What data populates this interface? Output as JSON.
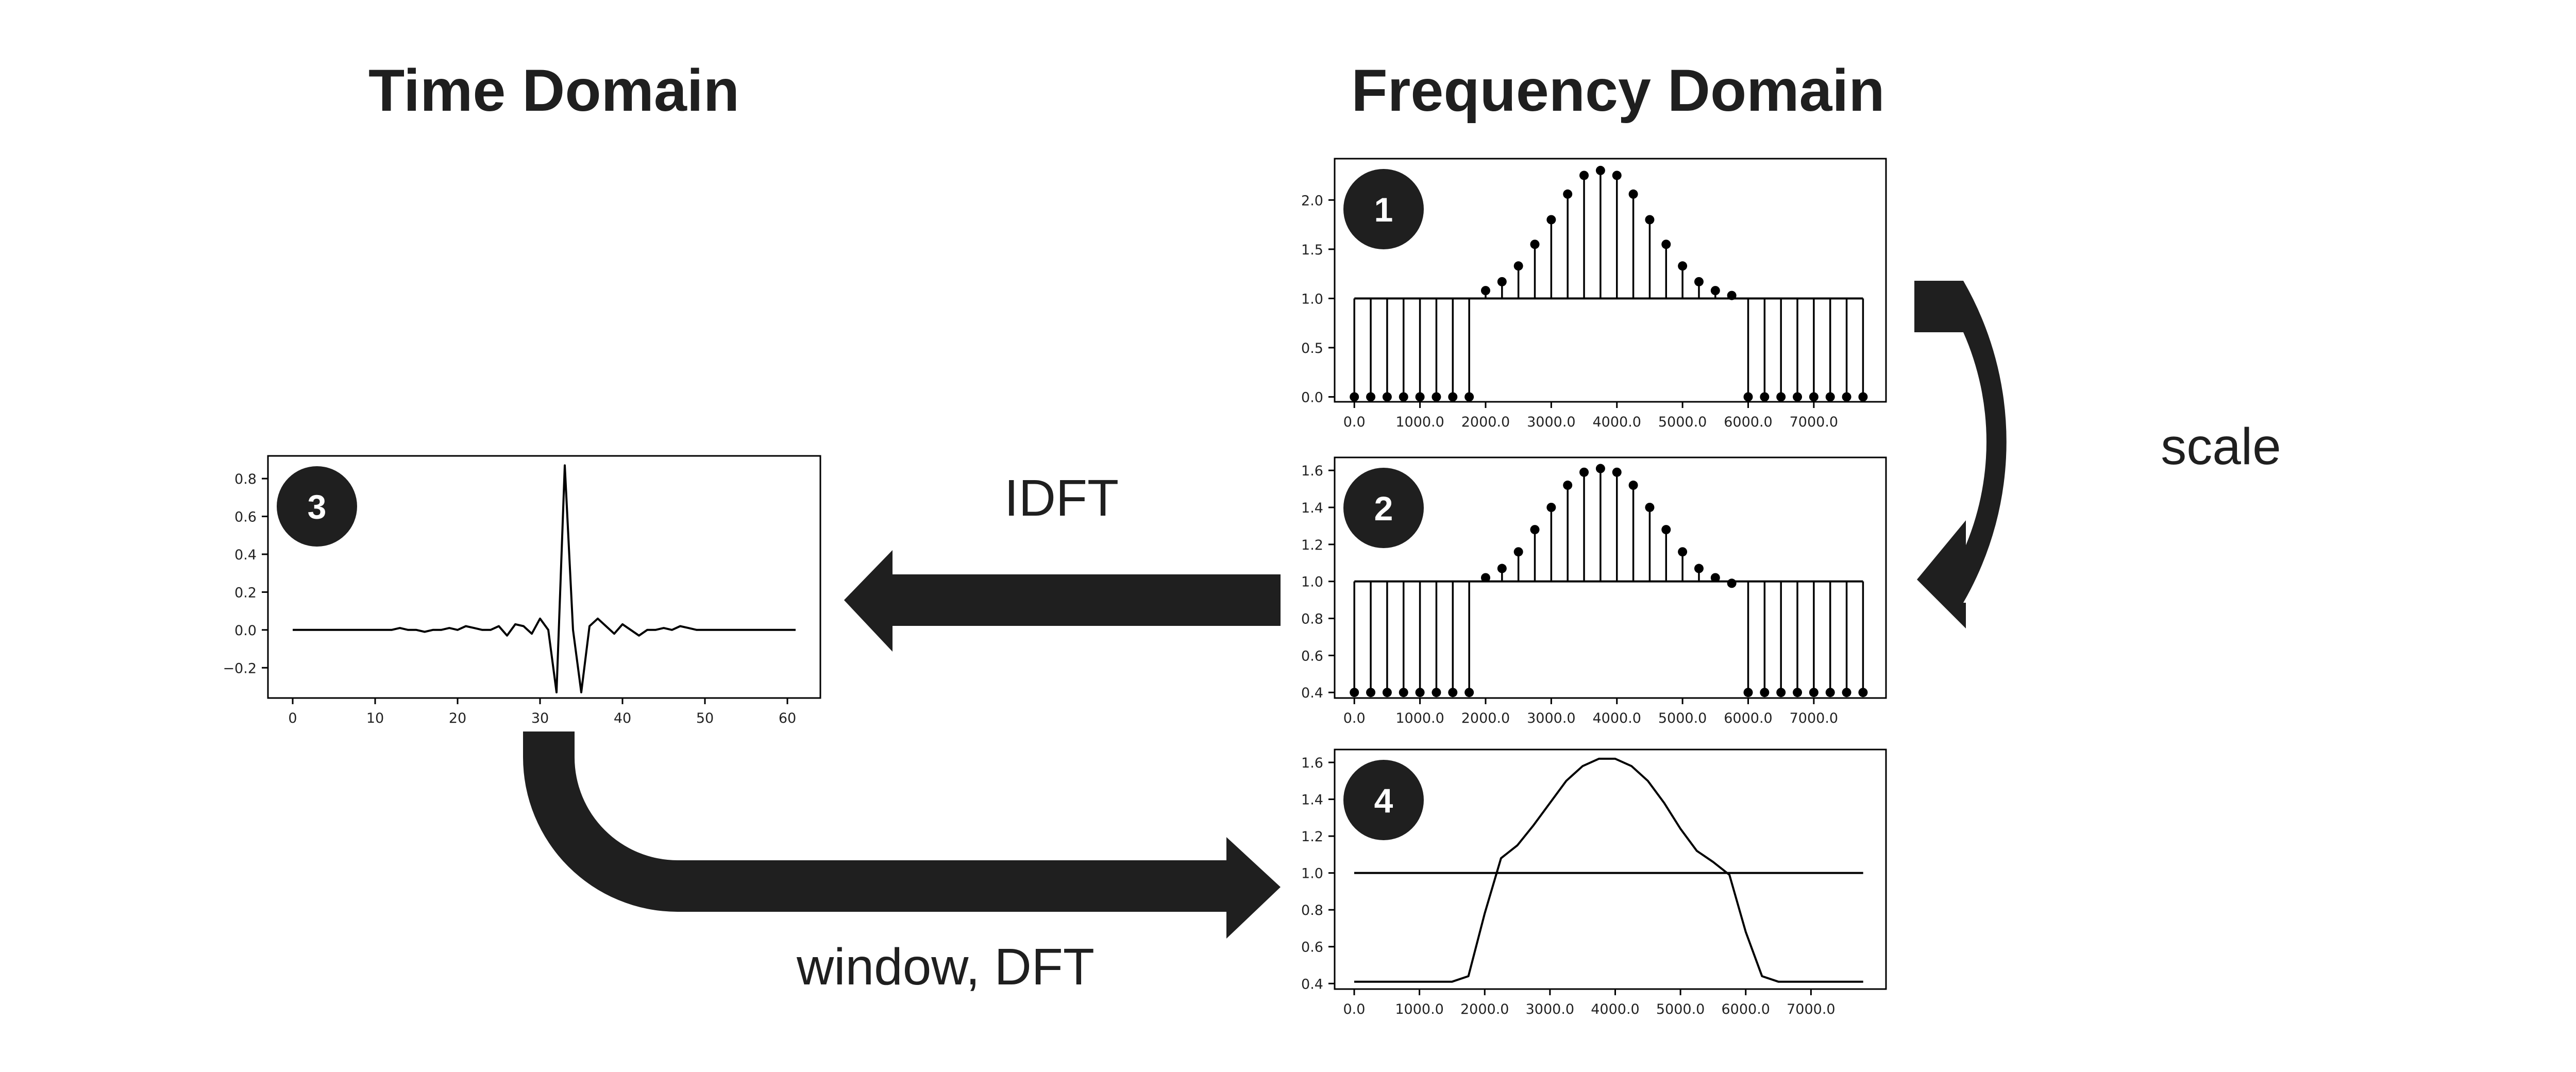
{
  "titles": {
    "time": "Time Domain",
    "freq": "Frequency Domain"
  },
  "arrows": {
    "scale": "scale",
    "idft": "IDFT",
    "window_dft": "window, DFT"
  },
  "colors": {
    "ink": "#1f1f1f",
    "frame": "#000000",
    "badge": "#1f1f1f"
  },
  "chart_data": [
    {
      "id": "plot-1",
      "badge": "1",
      "type": "stem",
      "x": [
        0,
        250,
        500,
        750,
        1000,
        1250,
        1500,
        1750,
        2000,
        2250,
        2500,
        2750,
        3000,
        3250,
        3500,
        3750,
        4000,
        4250,
        4500,
        4750,
        5000,
        5250,
        5500,
        5750,
        6000,
        6250,
        6500,
        6750,
        7000,
        7250,
        7500,
        7750
      ],
      "y": [
        0,
        0,
        0,
        0,
        0,
        0,
        0,
        0,
        1.08,
        1.17,
        1.33,
        1.55,
        1.8,
        2.06,
        2.25,
        2.3,
        2.25,
        2.06,
        1.8,
        1.55,
        1.33,
        1.17,
        1.08,
        1.03,
        0,
        0,
        0,
        0,
        0,
        0,
        0,
        0
      ],
      "baseline": 1.0,
      "xlim": [
        -300,
        8100
      ],
      "ylim": [
        -0.05,
        2.42
      ],
      "xticks": [
        0,
        1000,
        2000,
        3000,
        4000,
        5000,
        6000,
        7000
      ],
      "xticklabels": [
        "0.0",
        "1000.0",
        "2000.0",
        "3000.0",
        "4000.0",
        "5000.0",
        "6000.0",
        "7000.0"
      ],
      "yticks": [
        0,
        0.5,
        1,
        1.5,
        2
      ],
      "yticklabels": [
        "0.0",
        "0.5",
        "1.0",
        "1.5",
        "2.0"
      ]
    },
    {
      "id": "plot-2",
      "badge": "2",
      "type": "stem",
      "x": [
        0,
        250,
        500,
        750,
        1000,
        1250,
        1500,
        1750,
        2000,
        2250,
        2500,
        2750,
        3000,
        3250,
        3500,
        3750,
        4000,
        4250,
        4500,
        4750,
        5000,
        5250,
        5500,
        5750,
        6000,
        6250,
        6500,
        6750,
        7000,
        7250,
        7500,
        7750
      ],
      "y": [
        0.4,
        0.4,
        0.4,
        0.4,
        0.4,
        0.4,
        0.4,
        0.4,
        1.02,
        1.07,
        1.16,
        1.28,
        1.4,
        1.52,
        1.59,
        1.61,
        1.59,
        1.52,
        1.4,
        1.28,
        1.16,
        1.07,
        1.02,
        0.99,
        0.4,
        0.4,
        0.4,
        0.4,
        0.4,
        0.4,
        0.4,
        0.4
      ],
      "baseline": 1.0,
      "xlim": [
        -300,
        8100
      ],
      "ylim": [
        0.37,
        1.67
      ],
      "xticks": [
        0,
        1000,
        2000,
        3000,
        4000,
        5000,
        6000,
        7000
      ],
      "xticklabels": [
        "0.0",
        "1000.0",
        "2000.0",
        "3000.0",
        "4000.0",
        "5000.0",
        "6000.0",
        "7000.0"
      ],
      "yticks": [
        0.4,
        0.6,
        0.8,
        1.0,
        1.2,
        1.4,
        1.6
      ],
      "yticklabels": [
        "0.4",
        "0.6",
        "0.8",
        "1.0",
        "1.2",
        "1.4",
        "1.6"
      ]
    },
    {
      "id": "plot-3",
      "badge": "3",
      "type": "line",
      "x": [
        0,
        1,
        2,
        3,
        4,
        5,
        6,
        7,
        8,
        9,
        10,
        11,
        12,
        13,
        14,
        15,
        16,
        17,
        18,
        19,
        20,
        21,
        22,
        23,
        24,
        25,
        26,
        27,
        28,
        29,
        30,
        31,
        32,
        33,
        34,
        35,
        36,
        37,
        38,
        39,
        40,
        41,
        42,
        43,
        44,
        45,
        46,
        47,
        48,
        49,
        50,
        51,
        52,
        53,
        54,
        55,
        56,
        57,
        58,
        59,
        60,
        61
      ],
      "y": [
        0,
        0,
        0,
        0,
        0,
        0,
        0,
        0,
        0,
        0,
        0,
        0,
        0,
        0.01,
        0,
        0,
        -0.01,
        0,
        0,
        0.01,
        0,
        0.02,
        0.01,
        0,
        0,
        0.02,
        -0.03,
        0.03,
        0.02,
        -0.02,
        0.06,
        0,
        -0.33,
        0.87,
        0,
        -0.33,
        0.02,
        0.06,
        0.02,
        -0.02,
        0.03,
        0,
        -0.03,
        0,
        0,
        0.01,
        0,
        0.02,
        0.01,
        0,
        0,
        0,
        0,
        0,
        0,
        0,
        0,
        0,
        0,
        0,
        0,
        0
      ],
      "xlim": [
        -3,
        64
      ],
      "ylim": [
        -0.36,
        0.92
      ],
      "xticks": [
        0,
        10,
        20,
        30,
        40,
        50,
        60
      ],
      "xticklabels": [
        "0",
        "10",
        "20",
        "30",
        "40",
        "50",
        "60"
      ],
      "yticks": [
        -0.2,
        0,
        0.2,
        0.4,
        0.6,
        0.8
      ],
      "yticklabels": [
        "−0.2",
        "0.0",
        "0.2",
        "0.4",
        "0.6",
        "0.8"
      ]
    },
    {
      "id": "plot-4",
      "badge": "4",
      "type": "line",
      "x": [
        0,
        500,
        1000,
        1500,
        1750,
        2000,
        2250,
        2500,
        2750,
        3000,
        3250,
        3500,
        3750,
        4000,
        4250,
        4500,
        4750,
        5000,
        5250,
        5500,
        5750,
        6000,
        6250,
        6500,
        7000,
        7500,
        7800
      ],
      "y": [
        0.41,
        0.41,
        0.41,
        0.41,
        0.44,
        0.78,
        1.08,
        1.15,
        1.26,
        1.38,
        1.5,
        1.58,
        1.62,
        1.62,
        1.58,
        1.5,
        1.38,
        1.24,
        1.12,
        1.06,
        0.99,
        0.68,
        0.44,
        0.41,
        0.41,
        0.41,
        0.41
      ],
      "hline": 1.0,
      "xlim": [
        -300,
        8150
      ],
      "ylim": [
        0.37,
        1.67
      ],
      "xticks": [
        0,
        1000,
        2000,
        3000,
        4000,
        5000,
        6000,
        7000
      ],
      "xticklabels": [
        "0.0",
        "1000.0",
        "2000.0",
        "3000.0",
        "4000.0",
        "5000.0",
        "6000.0",
        "7000.0"
      ],
      "yticks": [
        0.4,
        0.6,
        0.8,
        1.0,
        1.2,
        1.4,
        1.6
      ],
      "yticklabels": [
        "0.4",
        "0.6",
        "0.8",
        "1.0",
        "1.2",
        "1.4",
        "1.6"
      ]
    }
  ]
}
